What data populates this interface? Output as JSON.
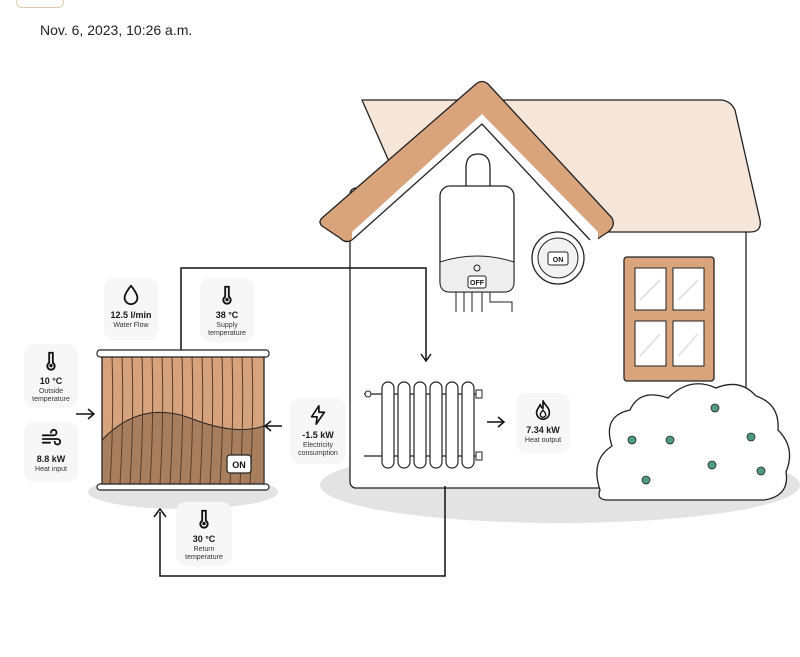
{
  "header": {
    "timestamp": "Nov. 6, 2023, 10:26 a.m."
  },
  "house": {
    "thermostat_status": "ON",
    "boiler_status": "OFF",
    "heat_pump_status": "ON"
  },
  "metrics": {
    "water_flow": {
      "value": "12.5 l/min",
      "label": "Water Flow",
      "icon": "water-drop-icon"
    },
    "supply_temperature": {
      "value": "38 °C",
      "label": "Supply temperature",
      "icon": "thermometer-icon"
    },
    "outside_temperature": {
      "value": "10 °C",
      "label": "Outside temperature",
      "icon": "thermometer-icon"
    },
    "heat_input": {
      "value": "8.8 kW",
      "label": "Heat input",
      "icon": "wind-icon"
    },
    "electricity_consumption": {
      "value": "-1.5 kW",
      "label": "Electricity consumption",
      "icon": "lightning-icon"
    },
    "heat_output": {
      "value": "7.34 kW",
      "label": "Heat output",
      "icon": "flame-icon"
    },
    "return_temperature": {
      "value": "30 °C",
      "label": "Return temperature",
      "icon": "thermometer-icon"
    }
  },
  "colors": {
    "roof_fill": "#f6e6da",
    "roof_trim": "#d9a47c",
    "wood": "#d6a37d",
    "wood_dark": "#a87f5e",
    "window_frame": "#d9a47c",
    "bush_dot": "#4f9a83",
    "shadow": "#e3e3e3"
  }
}
